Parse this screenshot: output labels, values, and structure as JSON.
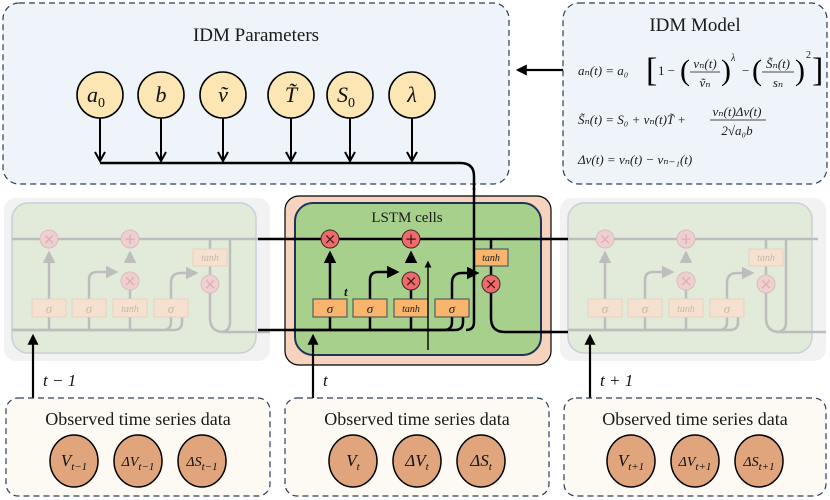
{
  "colors": {
    "panel_bg": "#eef4f9",
    "panel_border": "#2c3e5c",
    "param_fill": "#fbe6b4",
    "obs_fill": "#e0a57c",
    "obs_panel_bg": "#fdfaf3",
    "lstm_outer": "#f6d3bf",
    "lstm_inner": "#a8d08d",
    "lstm_inner_border": "#1f3357",
    "gate_fill": "#f8b56b",
    "op_fill": "#ef6b6b",
    "faded_cell_bg": "#e2ead9",
    "faded_outer_bg": "#f2f2f2"
  },
  "idm_parameters": {
    "title": "IDM Parameters",
    "params": [
      {
        "name": "a0",
        "symbol": "a",
        "sub": "0"
      },
      {
        "name": "b",
        "symbol": "b",
        "sub": ""
      },
      {
        "name": "v-tilde",
        "symbol": "ṽ",
        "sub": ""
      },
      {
        "name": "T-tilde",
        "symbol": "T̃",
        "sub": ""
      },
      {
        "name": "S0",
        "symbol": "S",
        "sub": "0"
      },
      {
        "name": "lambda",
        "symbol": "λ",
        "sub": ""
      }
    ]
  },
  "idm_model": {
    "title": "IDM Model",
    "equations": [
      "aₙ(t) = a₀ [ 1 − ( vₙ(t) / ṽₙ )^λ − ( S̃ₙ(t) / sₙ )² ]",
      "S̃ₙ(t) = S₀ + vₙ(t)T̃ + vₙ(t)Δv(t) / 2√(a₀b)",
      "Δv(t) = vₙ(t) − vₙ₋₁(t)"
    ],
    "eq1": {
      "lhs": "aₙ(t) = a₀",
      "one_minus": "1 −",
      "frac1_num": "vₙ(t)",
      "frac1_den": "ṽₙ",
      "exp1": "λ",
      "minus": "−",
      "frac2_num": "S̃ₙ(t)",
      "frac2_den": "sₙ",
      "exp2": "2"
    },
    "eq2": {
      "lhs": "S̃ₙ(t) = S₀ + vₙ(t)T̃ +",
      "frac_num": "vₙ(t)Δv(t)",
      "frac_den": "2√a₀b"
    },
    "eq3": "Δv(t) = vₙ(t) − vₙ₋₁(t)"
  },
  "lstm": {
    "title": "LSTM cells",
    "gates": [
      "σ",
      "σ",
      "tanh",
      "σ"
    ],
    "output_gate": "tanh",
    "ops": {
      "multiply": "×",
      "add": "+"
    },
    "time_marker": "t"
  },
  "timesteps": [
    {
      "label": "t − 1",
      "state": "faded",
      "observed": {
        "title": "Observed time series data",
        "vars": [
          {
            "name": "V",
            "sub": "t−1"
          },
          {
            "name": "ΔV",
            "sub": "t−1"
          },
          {
            "name": "ΔS",
            "sub": "t−1"
          }
        ]
      }
    },
    {
      "label": "t",
      "state": "active",
      "observed": {
        "title": "Observed time series data",
        "vars": [
          {
            "name": "V",
            "sub": "t"
          },
          {
            "name": "ΔV",
            "sub": "t"
          },
          {
            "name": "ΔS",
            "sub": "t"
          }
        ]
      }
    },
    {
      "label": "t + 1",
      "state": "faded",
      "observed": {
        "title": "Observed time series data",
        "vars": [
          {
            "name": "V",
            "sub": "t+1"
          },
          {
            "name": "ΔV",
            "sub": "t+1"
          },
          {
            "name": "ΔS",
            "sub": "t+1"
          }
        ]
      }
    }
  ]
}
